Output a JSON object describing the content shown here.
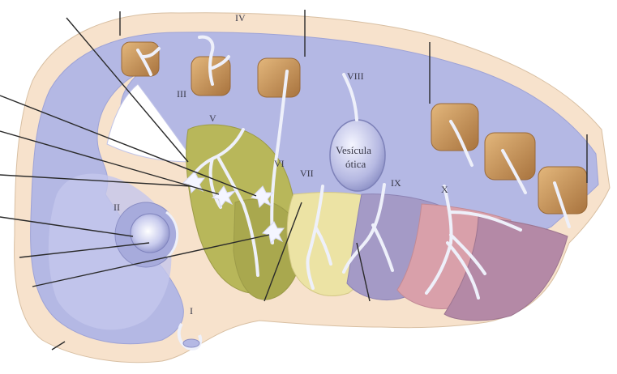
{
  "diagram": {
    "labels": {
      "nerve_i": "I",
      "nerve_ii": "II",
      "nerve_iii": "III",
      "nerve_iv": "IV",
      "nerve_v": "V",
      "nerve_vi": "VI",
      "nerve_vii": "VII",
      "nerve_viii": "VIII",
      "nerve_ix": "IX",
      "nerve_x": "X",
      "otic_vesicle_line1": "Vesícula",
      "otic_vesicle_line2": "ótica"
    },
    "colors": {
      "background": "#ffffff",
      "mesenchyme": "#f7e2cc",
      "neural_tube": "#b4b8e4",
      "somite": "#c9955a",
      "arch_green": "#b8b75a",
      "arch_yellow": "#ece3a4",
      "arch_purple": "#a49ac6",
      "arch_pink": "#d9a0aa",
      "arch_mauve": "#b489a6",
      "nerve": "#eef0fa",
      "leader_line": "#2a2a2a"
    }
  }
}
